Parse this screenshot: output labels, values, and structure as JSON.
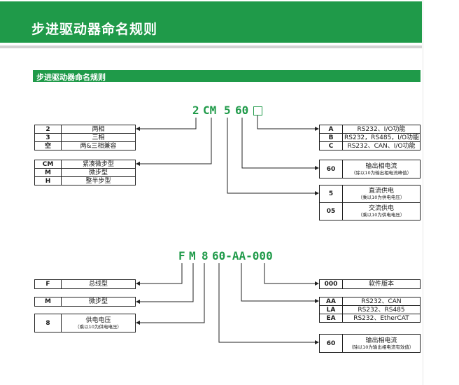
{
  "page": {
    "title": "步进驱动器命名规则",
    "section_title": "步进驱动器命名规则"
  },
  "model1": {
    "code": {
      "a": "2",
      "b": "CM",
      "c": "5",
      "d": "60"
    },
    "phases": [
      {
        "key": "2",
        "desc": "两相"
      },
      {
        "key": "3",
        "desc": "三相"
      },
      {
        "key": "空",
        "desc": "两&三相兼容"
      }
    ],
    "types": [
      {
        "key": "CM",
        "desc": "紧凑微步型"
      },
      {
        "key": "M",
        "desc": "微步型"
      },
      {
        "key": "H",
        "desc": "整半步型"
      }
    ],
    "comms": [
      {
        "key": "A",
        "desc": "RS232、I/O功能"
      },
      {
        "key": "B",
        "desc": "RS232，RS485，I/O功能"
      },
      {
        "key": "C",
        "desc": "RS232、CAN、I/O功能"
      }
    ],
    "current": {
      "key": "60",
      "desc": "输出相电流",
      "note": "（除以10为输出相电流峰值）"
    },
    "supply": [
      {
        "key": "5",
        "desc": "直流供电",
        "note": "（乘以10为供电电压）"
      },
      {
        "key": "05",
        "desc": "交流供电",
        "note": "（乘以10为供电电压）"
      }
    ]
  },
  "model2": {
    "code": {
      "a": "F",
      "b": "M",
      "c": "8",
      "d": "60-AA-000"
    },
    "bus": {
      "key": "F",
      "desc": "总线型"
    },
    "type": {
      "key": "M",
      "desc": "微步型"
    },
    "supply": {
      "key": "8",
      "desc": "供电电压",
      "note": "（乘以10为供电电压）"
    },
    "version": {
      "key": "000",
      "desc": "软件版本"
    },
    "comms": [
      {
        "key": "AA",
        "desc": "RS232、CAN"
      },
      {
        "key": "LA",
        "desc": "RS232、RS485"
      },
      {
        "key": "EA",
        "desc": "RS232、EtherCAT"
      }
    ],
    "current": {
      "key": "60",
      "desc": "输出相电流",
      "note": "（除以10为输出相电流有效值）"
    }
  },
  "colors": {
    "accent": "#1f9a49",
    "rule": "#d2d2d2"
  }
}
